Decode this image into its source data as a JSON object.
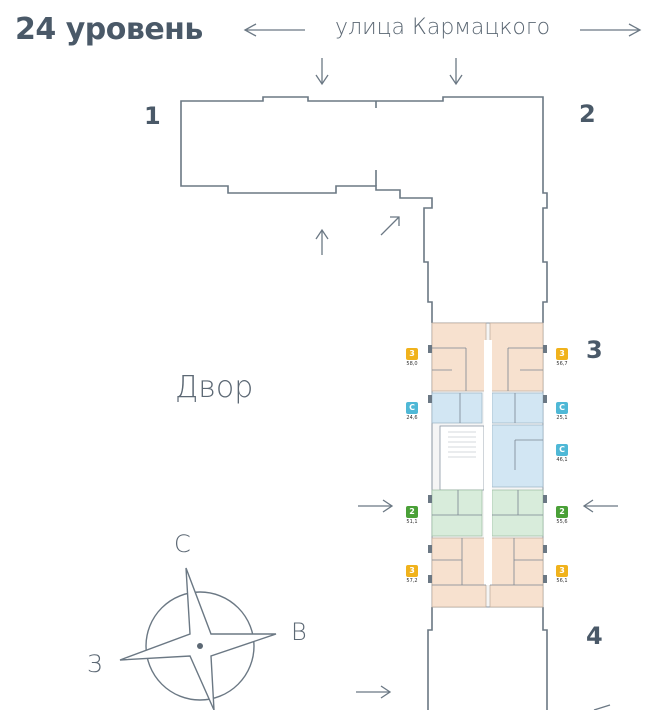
{
  "header": {
    "level_title": "24 уровень",
    "street_name": "улица Кармацкого"
  },
  "sections": {
    "s1": "1",
    "s2": "2",
    "s3": "3",
    "s4": "4"
  },
  "courtyard_label": "Двор",
  "compass": {
    "north": "С",
    "east": "В",
    "west": "З",
    "icon": "compass-rose-icon"
  },
  "apartments": [
    {
      "rooms": "3",
      "area": "58,0",
      "color": "#f0b21c"
    },
    {
      "rooms": "3",
      "area": "56,7",
      "color": "#f0b21c"
    },
    {
      "rooms": "С",
      "area": "24,6",
      "color": "#4fb8d6"
    },
    {
      "rooms": "С",
      "area": "25,1",
      "color": "#4fb8d6"
    },
    {
      "rooms": "С",
      "area": "46,1",
      "color": "#4fb8d6"
    },
    {
      "rooms": "2",
      "area": "51,1",
      "color": "#4aa037"
    },
    {
      "rooms": "2",
      "area": "55,6",
      "color": "#4aa037"
    },
    {
      "rooms": "3",
      "area": "57,2",
      "color": "#f0b21c"
    },
    {
      "rooms": "3",
      "area": "56,1",
      "color": "#f0b21c"
    }
  ],
  "colors": {
    "outline": "#6b7884",
    "text": "#4a5968",
    "fill_3room": "#f7e1cf",
    "fill_studio": "#d2e6f3",
    "fill_2room": "#d8ecdb"
  }
}
